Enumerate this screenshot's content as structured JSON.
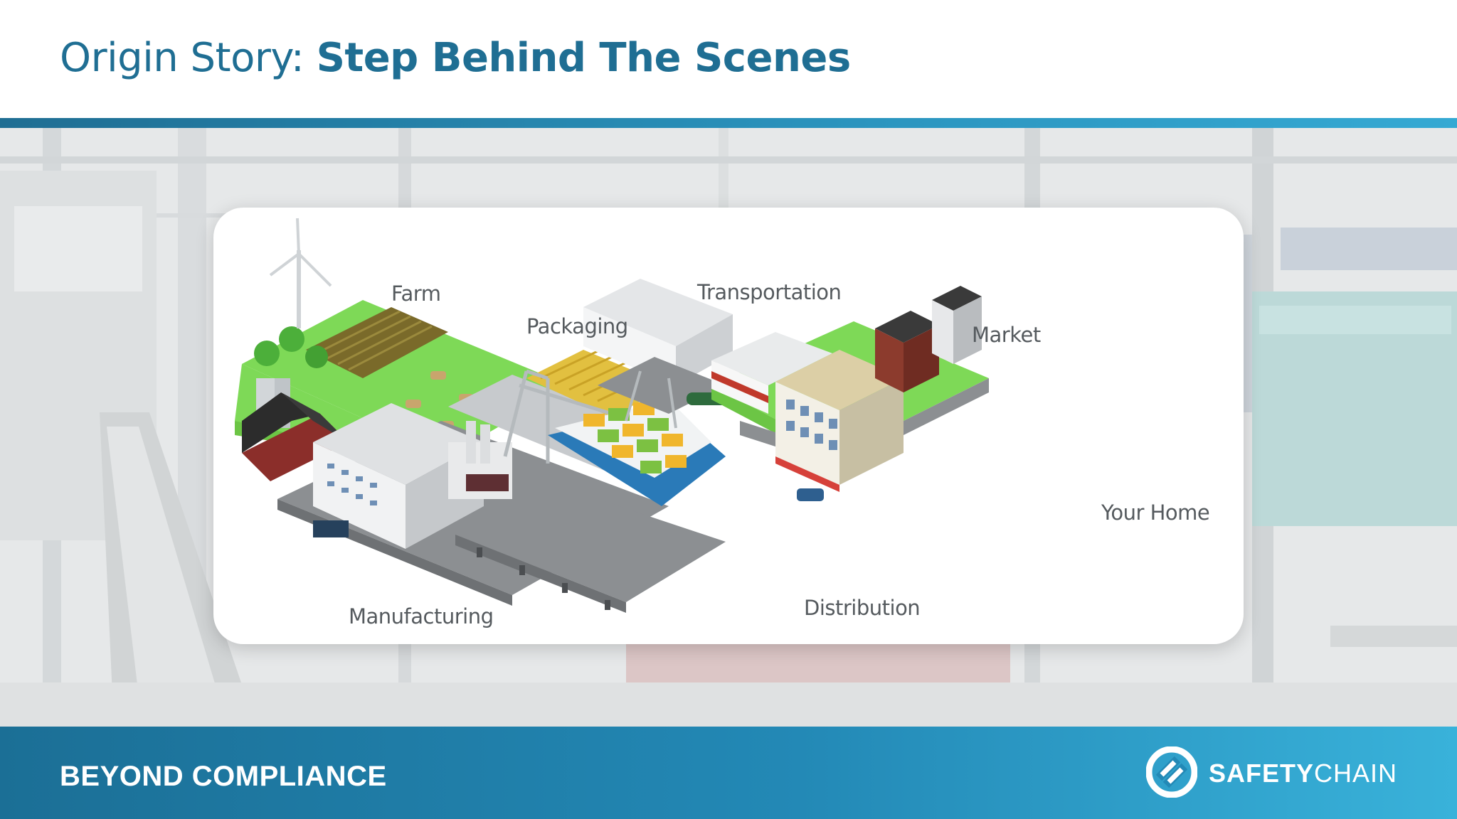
{
  "slide": {
    "title_light": "Origin Story: ",
    "title_bold": "Step Behind The Scenes"
  },
  "illustration": {
    "labels": {
      "farm": "Farm",
      "packaging": "Packaging",
      "transportation": "Transportation",
      "market": "Market",
      "your_home": "Your Home",
      "manufacturing": "Manufacturing",
      "distribution": "Distribution"
    }
  },
  "footer": {
    "tagline": "BEYOND COMPLIANCE",
    "brand_bold": "SAFETY",
    "brand_light": "CHAIN",
    "logo_icon": "safetychain-logo-icon"
  },
  "colors": {
    "title": "#1f6e93",
    "accent_bar": "#2389b6",
    "footer_start": "#1b6f96",
    "footer_end": "#39b2da",
    "grass": "#7ed957",
    "road": "#8c8f92"
  }
}
